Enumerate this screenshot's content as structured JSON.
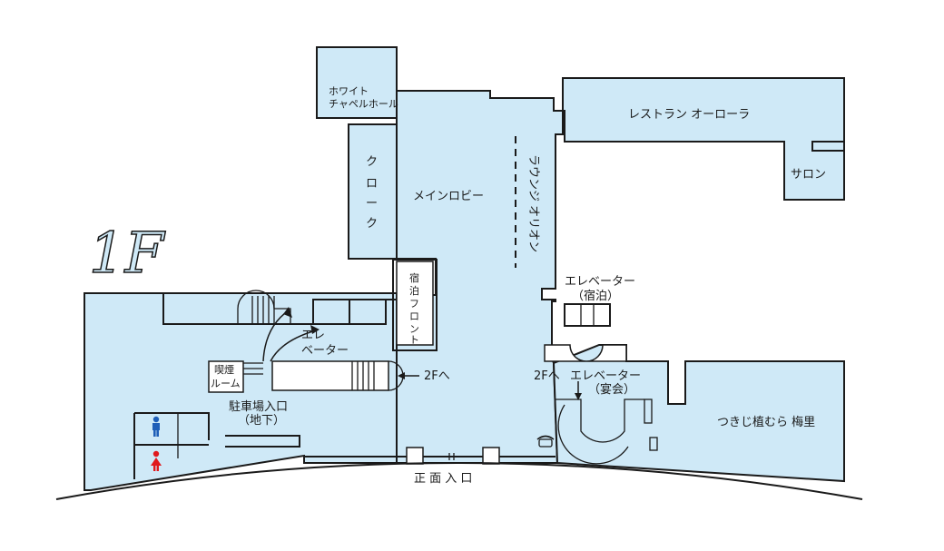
{
  "floor": {
    "label": "1F"
  },
  "rooms": {
    "white_chapel": "ホワイト\nチャペルホール",
    "cloak": "クローク",
    "main_lobby": "メインロビー",
    "lounge": "ラウンジ オリオン",
    "restaurant": "レストラン オーローラ",
    "salon": "サロン",
    "front_desk": "宿泊フロント",
    "elevator_lodging": "エレベーター\n（宿泊）",
    "elevator_banquet": "エレベーター\n（宴会）",
    "elevator_center": "エレ\nベーター",
    "smoking_room": "喫煙\nルーム",
    "parking_entrance": "駐車場入口\n（地下）",
    "to_2f_left": "2Fへ",
    "to_2f_right": "2Fへ",
    "tsukiji": "つきじ植むら 梅里",
    "main_entrance": "正 面 入 口"
  },
  "colors": {
    "floor_fill": "#cfe9f7",
    "wall": "#1a1a1a",
    "male_icon": "#1f5fb8",
    "female_icon": "#e0191d"
  },
  "icons": [
    "male-restroom-icon",
    "female-restroom-icon",
    "telephone-icon",
    "arrow-icon"
  ]
}
